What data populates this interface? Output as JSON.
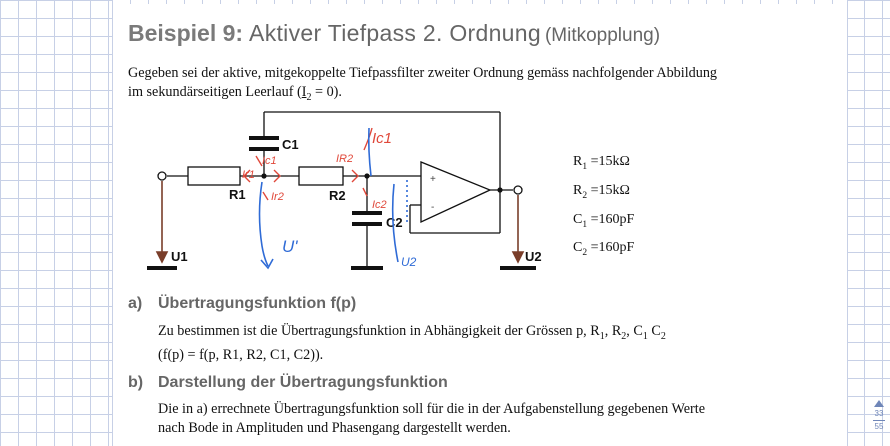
{
  "title": {
    "prefix": "Beispiel 9:",
    "main": "Aktiver Tiefpass 2. Ordnung",
    "sub": "(Mitkopplung)"
  },
  "intro": {
    "line1": "Gegeben sei der aktive, mitgekoppelte Tiefpassfilter zweiter Ordnung gemäss nachfolgender Abbildung",
    "line2_a": "im sekundärseitigen Leerlauf (",
    "line2_i": "I",
    "line2_sub": "2",
    "line2_b": " = 0)."
  },
  "circuit": {
    "c1": "C1",
    "c2": "C2",
    "r1": "R1",
    "r2": "R2",
    "u1": "U1",
    "u2": "U2",
    "opamp_plus": "+",
    "opamp_minus": "-"
  },
  "annotations": {
    "ic1_top": "Ic1",
    "ir1": "Ir1",
    "ic1_small": "Ic1",
    "ir2_small": "Ir2",
    "ir2": "IR2",
    "ic2": "Ic2",
    "u_prime": "U'",
    "u2_hand": "U2"
  },
  "params": [
    {
      "sym": "R",
      "sub": "1",
      "val": "=15kΩ"
    },
    {
      "sym": "R",
      "sub": "2",
      "val": "=15kΩ"
    },
    {
      "sym": "C",
      "sub": "1",
      "val": "=160pF"
    },
    {
      "sym": "C",
      "sub": "2",
      "val": "=160pF"
    }
  ],
  "section_a": {
    "letter": "a)",
    "heading": "Übertragungsfunktion f(p)",
    "line1": "Zu bestimmen ist die Übertragungsfunktion in Abhängigkeit der Grössen p, R",
    "line1_r1": "1",
    "line1_mid": ", R",
    "line1_r2": "2",
    "line1_c": ",  C",
    "line1_c1": "1",
    "line1_c2a": " C",
    "line1_c2": "2",
    "line2": "(f(p) = f(p, R1, R2, C1, C2))."
  },
  "section_b": {
    "letter": "b)",
    "heading": "Darstellung der Übertragungsfunktion",
    "line1": "Die in a) errechnete Übertragungsfunktion soll für die in der Aufgabenstellung gegebenen Werte",
    "line2": "nach Bode in Amplituden und Phasengang dargestellt werden."
  },
  "page_indicator": {
    "current": "33",
    "total": "55"
  },
  "colors": {
    "annotation_red": "#e0483a",
    "annotation_blue": "#2f6bd6",
    "grid": "#c7d0e6",
    "nav": "#6f86b8"
  }
}
